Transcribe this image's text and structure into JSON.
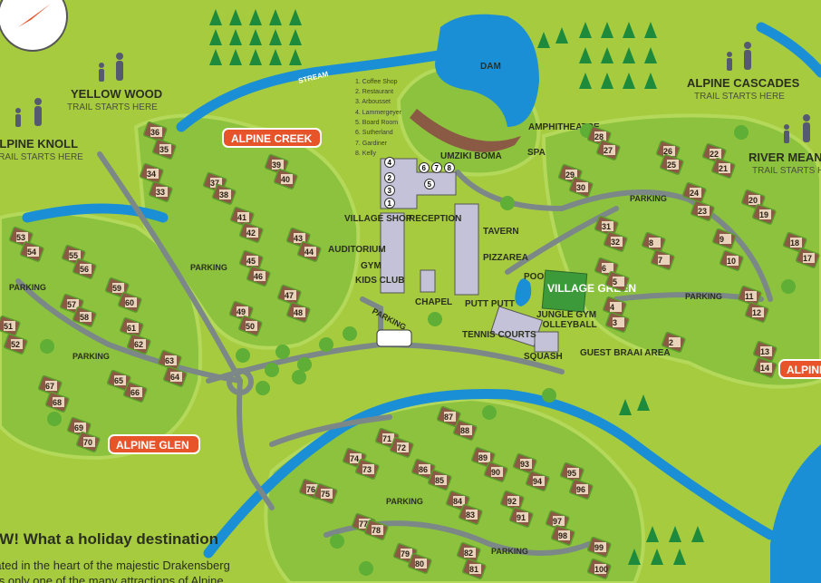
{
  "colors": {
    "grass": "#a6cb3f",
    "hill": "#8cc23d",
    "river": "#1b8fd6",
    "road": "#7c8888",
    "chalet": "#8a5a44",
    "badge": "#e8542a"
  },
  "dam_label": "DAM",
  "stream_label": "STREAM",
  "legend": [
    "1. Coffee Shop",
    "2. Restaurant",
    "3. Arbousset",
    "4. Lammergeyer",
    "5. Board Room",
    "6. Sutherland",
    "7. Gardiner",
    "8. Kelly"
  ],
  "trails": [
    {
      "name": "YELLOW WOOD",
      "sub": "TRAIL STARTS HERE"
    },
    {
      "name": "ALPINE KNOLL",
      "sub": "TRAIL STARTS HERE"
    },
    {
      "name": "ALPINE CASCADES",
      "sub": "TRAIL STARTS HERE"
    },
    {
      "name": "RIVER MEANDER",
      "sub": "TRAIL STARTS HERE"
    }
  ],
  "areas": [
    "ALPINE CREEK",
    "ALPINE GLEN",
    "ALPINE"
  ],
  "facilities": {
    "amphitheatre": "AMPHITHEATRE",
    "boma": "UMZIKI BOMA",
    "spa": "SPA",
    "reception": "RECEPTION",
    "village_shop": "VILLAGE SHOP",
    "auditorium": "AUDITORIUM",
    "gym": "GYM",
    "kids_club": "KIDS CLUB",
    "chapel": "CHAPEL",
    "tavern": "TAVERN",
    "pizzarea": "PIZZAREA",
    "putt_putt": "PUTT PUTT",
    "pool": "POOL",
    "village_green": "VILLAGE GREEN",
    "jungle_gym": "JUNGLE GYM",
    "volleyball": "VOLLEYBALL",
    "tennis": "TENNIS COURTS",
    "squash": "SQUASH",
    "braai": "GUEST BRAAI AREA"
  },
  "building_numbers": [
    "1",
    "2",
    "3",
    "4",
    "5",
    "6",
    "7",
    "8"
  ],
  "parking_label": "PARKING",
  "chalets": [
    "53",
    "54",
    "55",
    "56",
    "59",
    "60",
    "57",
    "58",
    "61",
    "62",
    "51",
    "52",
    "63",
    "64",
    "65",
    "66",
    "67",
    "68",
    "69",
    "70",
    "36",
    "35",
    "34",
    "33",
    "37",
    "38",
    "39",
    "40",
    "41",
    "42",
    "43",
    "44",
    "45",
    "46",
    "47",
    "48",
    "49",
    "50",
    "28",
    "27",
    "26",
    "25",
    "22",
    "21",
    "29",
    "30",
    "24",
    "23",
    "20",
    "19",
    "31",
    "32",
    "8",
    "7",
    "9",
    "10",
    "18",
    "17",
    "6",
    "5",
    "11",
    "12",
    "4",
    "3",
    "2",
    "13",
    "14",
    "87",
    "88",
    "71",
    "72",
    "74",
    "73",
    "89",
    "90",
    "93",
    "94",
    "95",
    "96",
    "86",
    "85",
    "76",
    "75",
    "84",
    "83",
    "92",
    "91",
    "97",
    "98",
    "77",
    "78",
    "82",
    "81",
    "79",
    "80",
    "99",
    "100"
  ],
  "brochure": {
    "heading": "WOW! What a holiday destination",
    "line1": "Situated in the heart of the majestic Drakensberg",
    "line2": "this is only one of the many attractions of Alpine"
  }
}
